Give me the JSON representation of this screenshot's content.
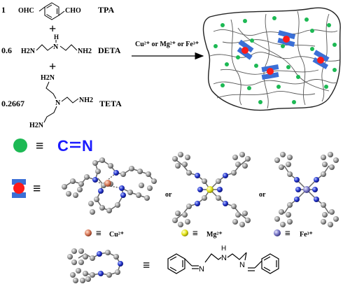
{
  "reactants": {
    "tpa": {
      "coef": "1",
      "name": "TPA",
      "cho_left": "OHC",
      "cho_right": "CHO"
    },
    "plus": "+",
    "deta": {
      "coef": "0.6",
      "name": "DETA",
      "nh2_left": "H2N",
      "nh": "H",
      "n_center": "N",
      "nh2_right": "NH2"
    },
    "teta": {
      "coef": "0.2667",
      "name": "TETA",
      "nh2_top": "H2N",
      "n_center": "N",
      "nh2_right": "NH2",
      "nh2_bottom": "H2N"
    }
  },
  "arrow_label": {
    "text": "Cu²⁺ or Mg²⁺ or Fe³⁺"
  },
  "legend": {
    "imine": {
      "equiv": "≡",
      "formula": "C",
      "formula2": "N",
      "dot_color": "#1db954",
      "formula_color": "#1a1aff"
    },
    "complex": {
      "equiv": "≡",
      "ring_color": "#3b6fd6",
      "center_color": "#ff1a1a"
    },
    "separators": [
      "or",
      "or"
    ],
    "metals": [
      {
        "symbol": "Cu²⁺",
        "color": "#d97a5a"
      },
      {
        "symbol": "Mg²⁺",
        "color": "#e6e61a"
      },
      {
        "symbol": "Fe³⁺",
        "color": "#7a78c8"
      }
    ],
    "ligand": {
      "equiv": "≡",
      "n1": "N",
      "nh": "H",
      "n2": "N",
      "n3": "N"
    }
  }
}
